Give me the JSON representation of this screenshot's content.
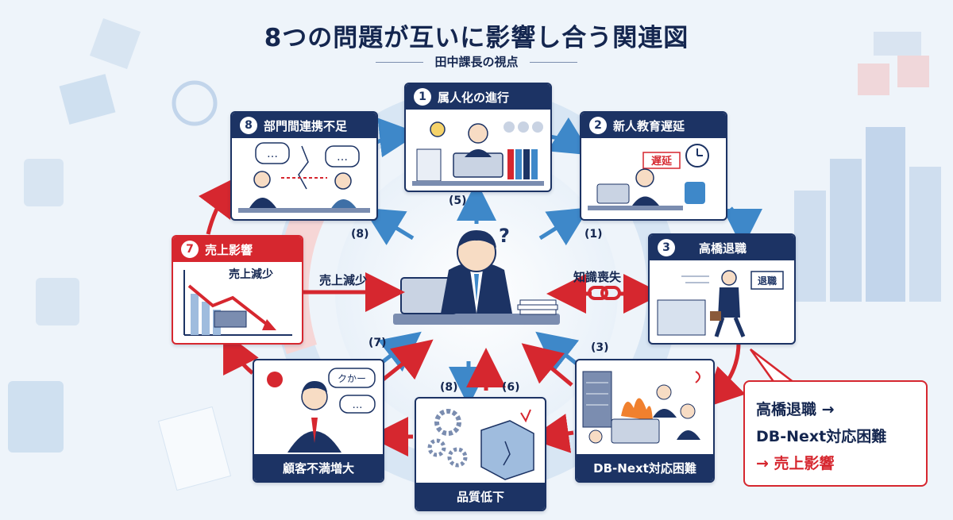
{
  "title": "8つの問題が互いに影響し合う関連図",
  "subtitle": "田中課長の視点",
  "nodes": [
    {
      "id": "1",
      "label": "属人化の進行"
    },
    {
      "id": "2",
      "label": "新人教育遅延"
    },
    {
      "id": "3",
      "label": "高橋退職"
    },
    {
      "id": "7",
      "label": "売上影響"
    },
    {
      "id": "8",
      "label": "部門間連携不足"
    }
  ],
  "footer_nodes": [
    {
      "label": "顧客不満増大"
    },
    {
      "label": "品質低下"
    },
    {
      "label": "DB-Next対応困難"
    }
  ],
  "card_texts": {
    "sales_chart_label": "売上減少",
    "delay_sign": "遅延",
    "retire_sign": "退職",
    "complaint_bubble": "クかー",
    "speech_dots": "…"
  },
  "edge_labels": {
    "sales_down": "売上減少",
    "knowledge_loss": "知識喪失",
    "n1": "(1)",
    "n3": "(3)",
    "n5": "(5)",
    "n6": "(6)",
    "n7": "(7)",
    "n8a": "(8)",
    "n8b": "(8)"
  },
  "callout": {
    "line1": "高橋退職 →",
    "line2": "DB-Next対応困難",
    "line3": "→ 売上影響"
  },
  "colors": {
    "navy": "#1c3364",
    "red": "#d6272f",
    "blue_arrow": "#3e88c9"
  }
}
